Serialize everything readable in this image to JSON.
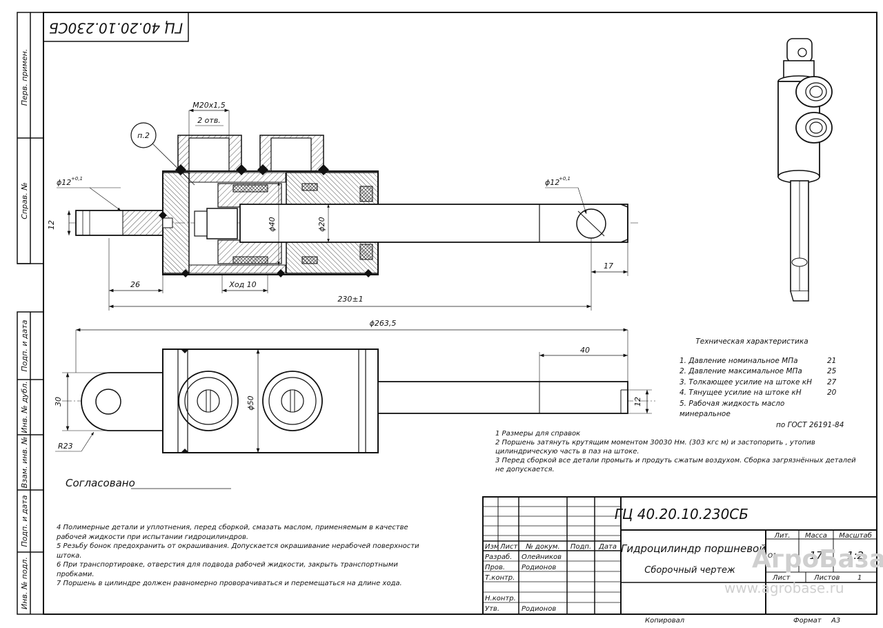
{
  "frame": {
    "stamp_rotated": "ГЦ 40.20.10.230СБ",
    "left_strip_top": [
      "Перв. примен.",
      "Справ. №"
    ],
    "left_strip_bottom": [
      "Подп. и дата",
      "Инв. № дубл.",
      "Взам. инв. №",
      "Подп. и дата",
      "Инв. № подл."
    ]
  },
  "dims": {
    "m20": "М20х1,5",
    "two_holes": "2 отв.",
    "p2": "п.2",
    "phi12_left": "ϕ12",
    "tol_left": "+0,1",
    "phi12_right": "ϕ12",
    "tol_right": "+0,1",
    "d12_left": "12",
    "phi40": "ϕ40",
    "phi20": "ϕ20",
    "d26": "26",
    "stroke": "Ход 10",
    "d17": "17",
    "d230": "230±1",
    "d263": "ϕ263,5",
    "d40": "40",
    "d30": "30",
    "phi50": "ϕ50",
    "d12_bottom": "12",
    "r23": "R23"
  },
  "tech": {
    "title": "Техническая характеристика",
    "rows": [
      {
        "label": "1. Давление номинальное МПа",
        "value": "21"
      },
      {
        "label": "2. Давление максимальное МПа",
        "value": "25"
      },
      {
        "label": "3. Толкающее усилие на штоке кН",
        "value": "27"
      },
      {
        "label": "4. Тянущее усилие на штоке кН",
        "value": "20"
      },
      {
        "label": "5. Рабочая жидкость  масло минеральное",
        "value": ""
      }
    ],
    "last_line": "по ГОСТ 26191-84"
  },
  "notes_right": [
    "1  Размеры для справок",
    "2  Поршень затянуть крутящим моментом 30030 Нм. (303 кгс м) и застопорить , утопив цилиндрическую часть  в паз на штоке.",
    "3  Перед сборкой все детали промыть и продуть сжатым воздухом. Сборка загрязнённых деталей не допускается."
  ],
  "agreed": "Согласовано",
  "notes_left": [
    "4  Полимерные детали и уплотнения, перед сборкой, смазать маслом, применяемым в качестве рабочей жидкости при испытании гидроцилиндров.",
    "5  Резьбу бонок предохранить от окрашивания. Допускается окрашивание нерабочей поверхности штока.",
    "6  При транспортировке, отверстия для подвода рабочей жидкости, закрыть транспортными пробками.",
    "7  Поршень в цилиндре должен равномерно проворачиваться и перемещаться на длине хода."
  ],
  "title_block": {
    "doc_code": "ГЦ 40.20.10.230СБ",
    "hdr": [
      "Изм",
      "Лист",
      "№ докум.",
      "Подп.",
      "Дата"
    ],
    "roles": [
      "Разраб.",
      "Пров.",
      "Т.контр.",
      "",
      "Н.контр.",
      "Утв."
    ],
    "people": [
      "Олейников",
      "Родионов",
      "",
      "",
      "",
      "Родионов"
    ],
    "name1": "Гидроцилиндр поршневой",
    "name2": "Сборочный чертеж",
    "lit": "Лит.",
    "mass": "Масса",
    "scale": "Масштаб",
    "o1": "О1",
    "mass_val": "17",
    "scale_val": "1:2",
    "sheet": "Лист",
    "sheets": "Листов",
    "sheets_val": "1",
    "copied": "Копировал",
    "format": "Формат",
    "format_val": "А3"
  },
  "watermark": {
    "text1": "АгроБаза",
    "text2": "www.agrobase.ru"
  }
}
